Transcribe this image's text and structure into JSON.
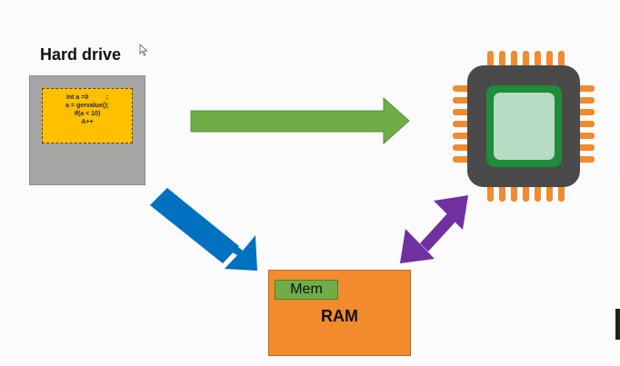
{
  "hard_drive": {
    "title": "Hard drive",
    "code_lines": [
      "Int a =0          ;",
      "a = gervalue();",
      "If(a < 10)",
      "A++"
    ]
  },
  "ram": {
    "label": "RAM",
    "mem_label": "Mem"
  },
  "cpu": {
    "icon": "cpu-chip-icon"
  },
  "arrows": [
    {
      "from": "hard_drive",
      "to": "cpu",
      "color": "#70ad47"
    },
    {
      "from": "hard_drive",
      "to": "ram",
      "color": "#0070c0"
    },
    {
      "from": "ram",
      "to": "cpu",
      "color": "#7030a0",
      "bidirectional": true
    }
  ],
  "colors": {
    "hard_drive": "#a6a6a6",
    "code_block": "#ffc000",
    "ram": "#f28a2e",
    "mem": "#70ad47",
    "cpu_body": "#4a4a4a",
    "cpu_pins": "#f28a2e",
    "cpu_core_ring": "#1e8c3a",
    "cpu_core": "#b7dcc4"
  }
}
